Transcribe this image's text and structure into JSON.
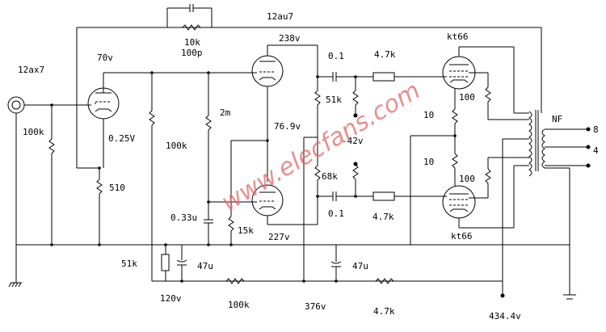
{
  "watermark": "www.elecfans.com",
  "labels": {
    "tube_input": "12ax7",
    "tube_driver": "12au7",
    "v_input_plate": "70v",
    "v_input_cathode": "0.25V",
    "r_grid": "100k",
    "r_cathode_input": "510",
    "r_plate_load": "100k",
    "feedback_r": "10k",
    "feedback_c": "100p",
    "v_driver_top": "238v",
    "v_driver_mid": "76.9v",
    "v_driver_bot": "227v",
    "r_2m": "2m",
    "r_15k": "15k",
    "c_033u": "0.33u",
    "c_01_top": "0.1",
    "c_01_bot": "0.1",
    "r_47k_top": "4.7k",
    "r_47k_bot": "4.7k",
    "r_51k_split": "51k",
    "r_68k_split": "68k",
    "v_bias": "-42v",
    "tube_out_top": "kt66",
    "tube_out_bot": "kt66",
    "r_100_top": "100",
    "r_100_bot": "100",
    "r_10_top": "10",
    "r_10_bot": "10",
    "nf": "NF",
    "tap_8": "8",
    "tap_4": "4",
    "r_51k_supply": "51k",
    "c_47u_left": "47u",
    "c_47u_right": "47u",
    "v_120": "120v",
    "r_100k_supply": "100k",
    "v_376": "376v",
    "r_47k_supply": "4.7k",
    "v_434": "434.4v"
  }
}
